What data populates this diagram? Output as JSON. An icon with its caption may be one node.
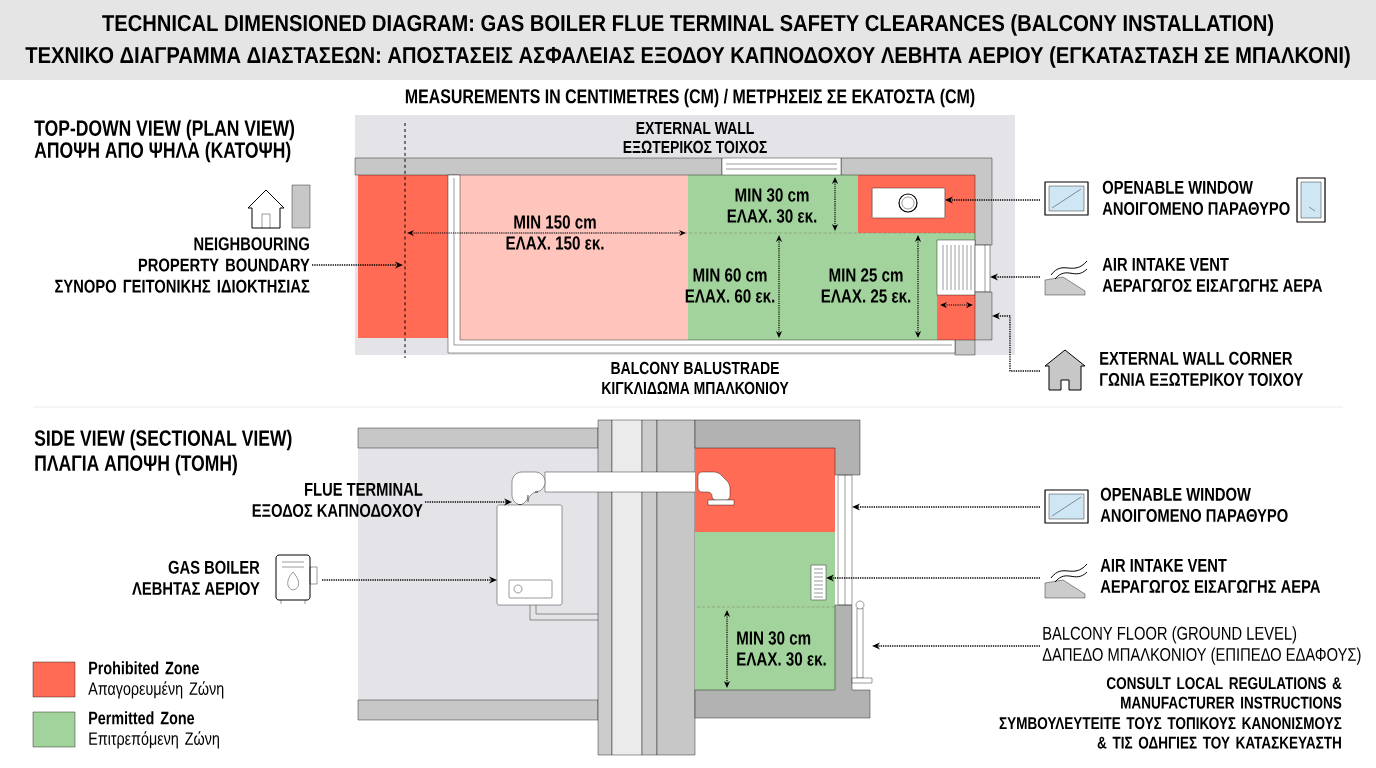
{
  "diagram": {
    "title": "TECHNICAL DIMENSIONED DIAGRAM: GAS BOILER FLUE TERMINAL SAFETY CLEARANCES (BALCONY INSTALLATION)",
    "nodes": [
      {
        "text": [
          "NEIGHBOURING PROPERTY BOUNDARY",
          "ΣΥΝΟΡΟ ΓΕΙΤΟΝΙΚΗΣ ΙΔΙΟΚΤΗΣΙΑΣ"
        ]
      },
      {
        "text": [
          "OPENABLE WINDOW",
          "ΑΝΟΙΓΟΜΕΝΟ ΠΑΡΑΘΥΡΟ"
        ]
      },
      {
        "text": [
          "AIR INTAKE VENT",
          "ΑΕΡΑΓΩΓΟΣ ΕΙΣΑΓΩΓΗΣ ΑΕΡΑ"
        ]
      },
      {
        "text": [
          "EXTERNAL WALL CORNER",
          "ΓΩΝΙΑ ΕΞΩΤΕΡΙΚΟΥ ΤΟΙΧΟΥ"
        ]
      },
      {
        "text": [
          "FLUE TERMINAL",
          "ΕΞΟΔΟΣ ΚΑΠΝΟΔΟΧΟΥ"
        ]
      },
      {
        "text": [
          "GAS BOILER",
          "ΛΕΒΗΤΑΣ ΑΕΡΙΟΥ"
        ]
      },
      {
        "text": [
          "OPENABLE WINDOW",
          "ΑΝΟΙΓΟΜΕΝΟ ΠΑΡΑΘΥΡΟ"
        ]
      },
      {
        "text": [
          "AIR INTAKE VENT",
          "ΑΕΡΑΓΩΓΟΣ ΕΙΣΑΓΩΓΗΣ ΑΕΡΑ"
        ]
      },
      {
        "text": [
          "BALCONY FLOOR (GROUND LEVEL)",
          "ΔΑΠΕΔΟ ΜΠΑΛΚΟΝΙΟΥ (ΕΠΙΠΕΔΟ ΕΔΑΦΟΥΣ)"
        ]
      },
      {
        "text": [],
        "shape": "line"
      },
      {
        "text": [],
        "shape": "box"
      },
      {
        "text": [],
        "shape": "box"
      },
      {
        "text": [],
        "shape": "box"
      },
      {
        "text": [],
        "shape": "pipe"
      },
      {
        "text": [],
        "shape": "picture"
      },
      {
        "text": [],
        "shape": "box"
      },
      {
        "text": [],
        "shape": "box"
      },
      {
        "text": [],
        "shape": "bar"
      }
    ],
    "edges": [
      {
        "from": 0,
        "to": 9,
        "arrow": "to"
      },
      {
        "from": 1,
        "to": 10,
        "arrow": "to"
      },
      {
        "from": 2,
        "to": 11,
        "arrow": "to"
      },
      {
        "from": 3,
        "to": 12,
        "arrow": "to"
      },
      {
        "from": 4,
        "to": 13,
        "arrow": "to"
      },
      {
        "from": 5,
        "to": 14,
        "arrow": "to"
      },
      {
        "from": 6,
        "to": 15,
        "arrow": "to"
      },
      {
        "from": 7,
        "to": 16,
        "arrow": "to"
      },
      {
        "from": 8,
        "to": 17,
        "arrow": "to"
      }
    ],
    "labels": [
      "ΤΕΧΝΙΚΟ ΔΙΑΓΡΑΜΜΑ ΔΙΑΣΤΑΣΕΩΝ: ΑΠΟΣΤΑΣΕΙΣ ΑΣΦΑΛΕΙΑΣ ΕΞΟΔΟΥ ΚΑΠΝΟΔΟΧΟΥ ΛΕΒΗΤΑ ΑΕΡΙΟΥ (ΕΓΚΑΤΑΣΤΑΣΗ ΣΕ ΜΠΑΛΚΟΝΙ)",
      "MEASUREMENTS IN CENTIMETRES (CM) / ΜΕΤΡΗΣΕΙΣ ΣΕ ΕΚΑΤΟΣΤΑ (CM)",
      "TOP-DOWN VIEW (PLAN VIEW)",
      "ΑΠΟΨΗ ΑΠΟ ΨΗΛΑ (ΚΑΤΟΨΗ)",
      "EXTERNAL WALL",
      "ΕΞΩΤΕΡΙΚΟΣ ΤΟΙΧΟΣ",
      "MIN 150 cm",
      "ΕΛΑΧ. 150 εκ.",
      "MIN 30 cm",
      "ΕΛΑΧ. 30 εκ.",
      "MIN 60 cm",
      "ΕΛΑΧ. 60 εκ.",
      "MIN 25 cm",
      "ΕΛΑΧ. 25 εκ.",
      "BALCONY BALUSTRADE",
      "ΚΙΓΚΛΙΔΩΜΑ ΜΠΑΛΚΟΝΙΟΥ",
      "SIDE VIEW (SECTIONAL VIEW)",
      "ΠΛΑΓΙΑ ΑΠΟΨΗ (ΤΟΜΗ)",
      "MIN 30 cm",
      "ΕΛΑΧ. 30 εκ.",
      "CONSULT LOCAL REGULATIONS & MANUFACTURER INSTRUCTIONS",
      "ΣΥΜΒΟΥΛΕΥΤΕΙΤΕ ΤΟΥΣ ΤΟΠΙΚΟΥΣ ΚΑΝΟΝΙΣΜΟΥΣ & ΤΙΣ ΟΔΗΓΙΕΣ ΤΟΥ ΚΑΤΑΣΚΕΥΑΣΤΗ"
    ],
    "legend": [
      {
        "text": "**Prohibited Zone** Απαγορευμένη Ζώνη",
        "color": "#ff6b55"
      },
      {
        "text": "**Permitted Zone** Επιτρεπόμενη Ζώνη",
        "color": "#a3d39c"
      }
    ]
  }
}
